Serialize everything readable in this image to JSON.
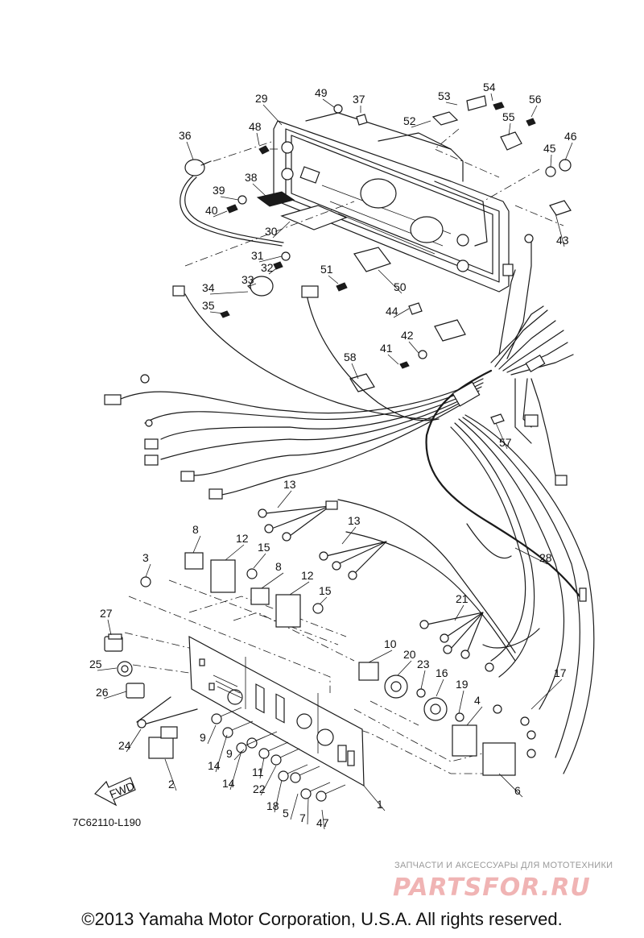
{
  "diagram_code": "7C62110-L190",
  "fwd_label": "FWD",
  "copyright": "©2013 Yamaha Motor Corporation, U.S.A. All rights reserved.",
  "watermark": {
    "tagline": "ЗАПЧАСТИ И АКСЕССУАРЫ ДЛЯ МОТОТЕХНИКИ",
    "logo": "PARTSFOR.RU"
  },
  "callouts": [
    {
      "n": "1"
    },
    {
      "n": "2"
    },
    {
      "n": "3"
    },
    {
      "n": "4"
    },
    {
      "n": "5"
    },
    {
      "n": "6"
    },
    {
      "n": "7"
    },
    {
      "n": "8"
    },
    {
      "n": "8"
    },
    {
      "n": "9"
    },
    {
      "n": "9"
    },
    {
      "n": "10"
    },
    {
      "n": "11"
    },
    {
      "n": "12"
    },
    {
      "n": "12"
    },
    {
      "n": "13"
    },
    {
      "n": "13"
    },
    {
      "n": "14"
    },
    {
      "n": "14"
    },
    {
      "n": "15"
    },
    {
      "n": "15"
    },
    {
      "n": "16"
    },
    {
      "n": "17"
    },
    {
      "n": "18"
    },
    {
      "n": "19"
    },
    {
      "n": "20"
    },
    {
      "n": "21"
    },
    {
      "n": "22"
    },
    {
      "n": "23"
    },
    {
      "n": "24"
    },
    {
      "n": "25"
    },
    {
      "n": "26"
    },
    {
      "n": "27"
    },
    {
      "n": "28"
    },
    {
      "n": "29"
    },
    {
      "n": "30"
    },
    {
      "n": "31"
    },
    {
      "n": "32"
    },
    {
      "n": "33"
    },
    {
      "n": "34"
    },
    {
      "n": "35"
    },
    {
      "n": "36"
    },
    {
      "n": "37"
    },
    {
      "n": "38"
    },
    {
      "n": "39"
    },
    {
      "n": "40"
    },
    {
      "n": "41"
    },
    {
      "n": "42"
    },
    {
      "n": "43"
    },
    {
      "n": "44"
    },
    {
      "n": "45"
    },
    {
      "n": "46"
    },
    {
      "n": "47"
    },
    {
      "n": "48"
    },
    {
      "n": "49"
    },
    {
      "n": "50"
    },
    {
      "n": "51"
    },
    {
      "n": "52"
    },
    {
      "n": "53"
    },
    {
      "n": "54"
    },
    {
      "n": "55"
    },
    {
      "n": "56"
    },
    {
      "n": "57"
    },
    {
      "n": "58"
    }
  ]
}
